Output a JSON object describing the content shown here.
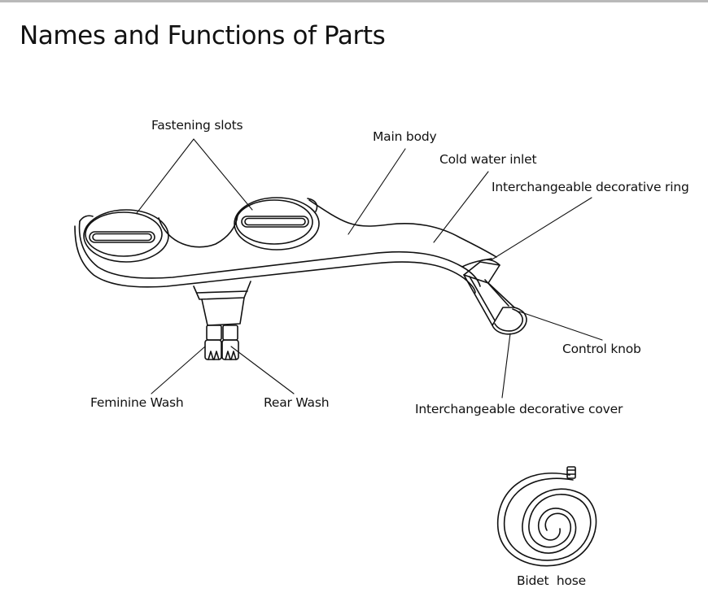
{
  "title": "Names and Functions of Parts",
  "labels": {
    "fastening_slots": "Fastening slots",
    "main_body": "Main body",
    "cold_water_inlet": "Cold water inlet",
    "decorative_ring": "Interchangeable decorative ring",
    "control_knob": "Control knob",
    "feminine_wash": "Feminine Wash",
    "rear_wash": "Rear Wash",
    "decorative_cover": "Interchangeable decorative cover",
    "bidet_hose": "Bidet  hose"
  }
}
